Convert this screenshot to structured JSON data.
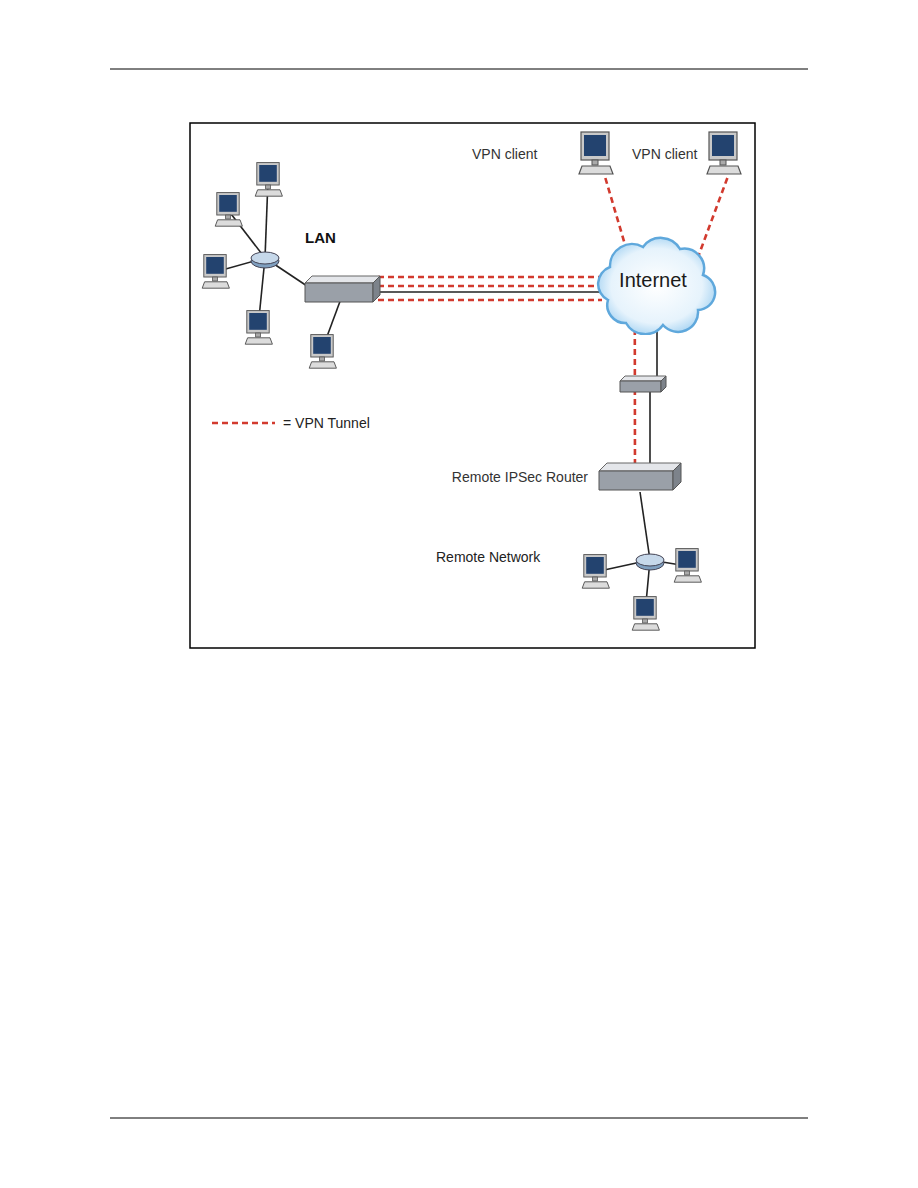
{
  "diagram": {
    "nodes": [
      {
        "text": [
          "VPN client"
        ]
      },
      {
        "text": [
          "VPN client"
        ]
      },
      {
        "text": [
          "Internet"
        ]
      },
      {
        "text": [
          "Remote IPSec Router"
        ]
      }
    ],
    "edges": [
      {
        "from": 0,
        "to": 2,
        "arrow": "none"
      },
      {
        "from": 1,
        "to": 2,
        "arrow": "none"
      },
      {
        "from": 3,
        "to": 2,
        "arrow": "none"
      }
    ],
    "labels": [
      "LAN",
      "Remote Network"
    ],
    "legend": [
      {
        "text": "= VPN Tunnel"
      }
    ]
  }
}
